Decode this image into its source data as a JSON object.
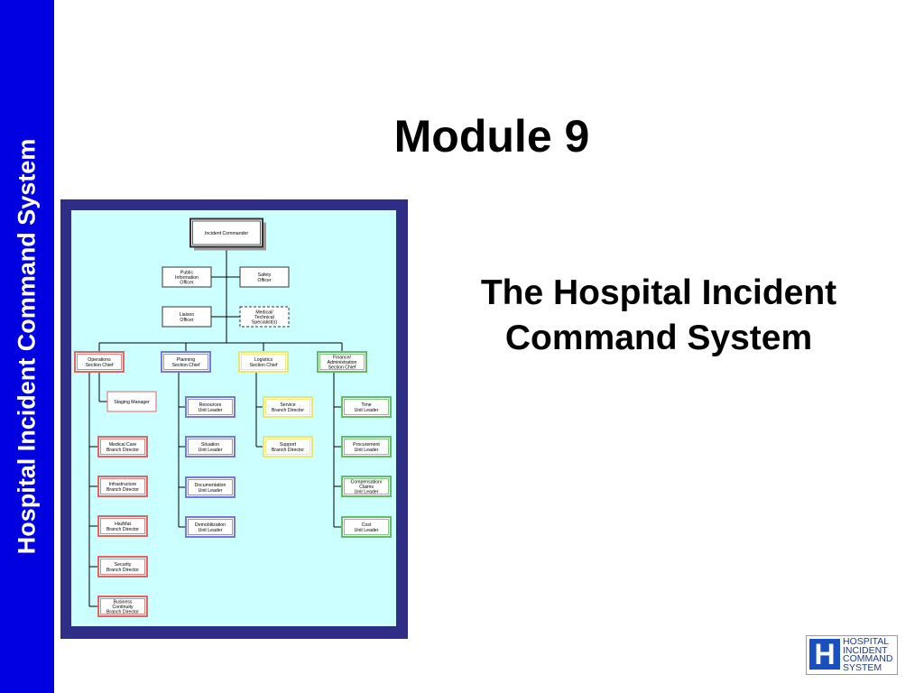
{
  "sidebar": {
    "text": "Hospital Incident Command System"
  },
  "slide": {
    "title": "Module 9",
    "subtitle_line1": "The Hospital Incident",
    "subtitle_line2": "Command System"
  },
  "org_chart": {
    "nodes": {
      "incident_commander": [
        "Incident Commander"
      ],
      "public_information_officer": [
        "Public",
        "Information",
        "Officer"
      ],
      "safety_officer": [
        "Safety",
        "Officer"
      ],
      "liaison_officer": [
        "Liaison",
        "Officer"
      ],
      "medical_technical_specialists": [
        "Medical/",
        "Technical",
        "Specialist(s)"
      ],
      "operations_section_chief": [
        "Operations",
        "Section Chief"
      ],
      "planning_section_chief": [
        "Planning",
        "Section Chief"
      ],
      "logistics_section_chief": [
        "Logistics",
        "Section Chief"
      ],
      "finance_admin_section_chief": [
        "Finance/",
        "Administration",
        "Section Chief"
      ],
      "staging_manager": [
        "Staging Manager"
      ],
      "medical_care_branch_director": [
        "Medical Care",
        "Branch Director"
      ],
      "infrastructure_branch_director": [
        "Infrastructure",
        "Branch Director"
      ],
      "hazmat_branch_director": [
        "HazMat",
        "Branch Director"
      ],
      "security_branch_director": [
        "Security",
        "Branch Director"
      ],
      "business_continuity_branch_director": [
        "Business",
        "Continuity",
        "Branch Director"
      ],
      "resources_unit_leader": [
        "Resources",
        "Unit Leader"
      ],
      "situation_unit_leader": [
        "Situation",
        "Unit Leader"
      ],
      "documentation_unit_leader": [
        "Documentation",
        "Unit Leader"
      ],
      "demobilization_unit_leader": [
        "Demobilization",
        "Unit Leader"
      ],
      "service_branch_director": [
        "Service",
        "Branch Director"
      ],
      "support_branch_director": [
        "Support",
        "Branch Director"
      ],
      "time_unit_leader": [
        "Time",
        "Unit Leader"
      ],
      "procurement_unit_leader": [
        "Procurement",
        "Unit Leader"
      ],
      "compensation_claims_unit_leader": [
        "Compensation/",
        "Claims",
        "Unit Leader"
      ],
      "cost_unit_leader": [
        "Cost",
        "Unit Leader"
      ]
    },
    "colors": {
      "operations": "#e06666",
      "planning": "#7777dd",
      "logistics": "#e8e870",
      "finance": "#66bb66",
      "command": "#333333",
      "background": "#ccffff",
      "frame": "#2e2e86"
    }
  },
  "logo": {
    "letter": "H",
    "line1": "HOSPITAL",
    "line2": "INCIDENT",
    "line3": "COMMAND",
    "line4": "SYSTEM"
  }
}
